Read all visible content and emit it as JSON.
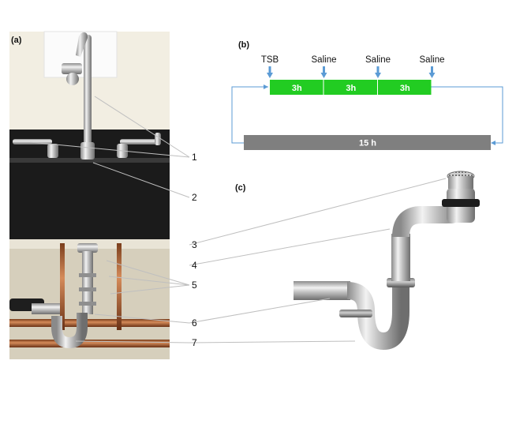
{
  "panels": {
    "a": "(a)",
    "b": "(b)",
    "c": "(c)"
  },
  "callouts": [
    "1",
    "2",
    "3",
    "4",
    "5",
    "6",
    "7"
  ],
  "timeline": {
    "events": [
      "TSB",
      "Saline",
      "Saline",
      "Saline"
    ],
    "segments": [
      "3h",
      "3h",
      "3h"
    ],
    "rest": "15 h",
    "colors": {
      "segment": "#22cc22",
      "rest": "#7f7f7f",
      "arrow": "#5b9bd5",
      "loop": "#5b9bd5"
    }
  },
  "colors": {
    "wall": "#f3efe4",
    "backsplash": "#1a1a1a",
    "cabinet": "#d8d2c0",
    "copper": "#b86a3c",
    "chrome": "#c8c8c8"
  }
}
